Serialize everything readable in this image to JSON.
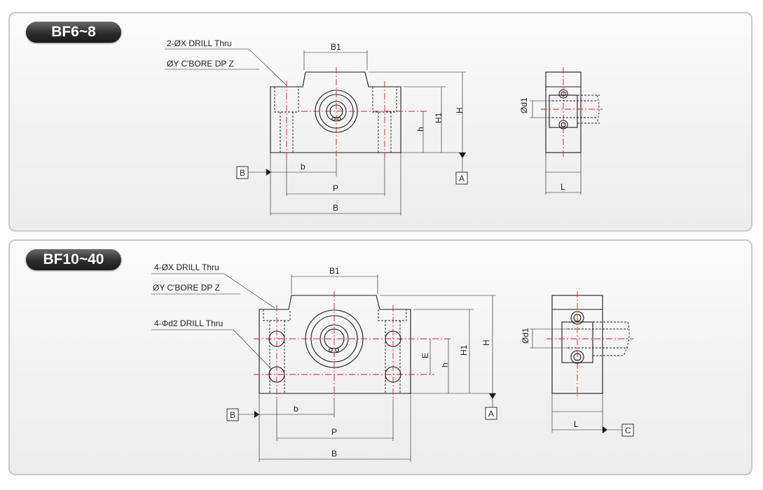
{
  "panels": [
    {
      "title": "BF6~8",
      "callouts": [
        "2-ØX DRILL Thru",
        "ØY C'BORE DP Z"
      ],
      "front_dims": {
        "b1": "B1",
        "h_total": "H",
        "h1": "H1",
        "h": "h",
        "b": "b",
        "p": "P",
        "b_width": "B"
      },
      "datum_refs": {
        "left": "B",
        "bottom": "A"
      },
      "side_dims": {
        "d1": "Ød1",
        "l": "L"
      }
    },
    {
      "title": "BF10~40",
      "callouts": [
        "4-ØX DRILL Thru",
        "ØY C'BORE DP Z",
        "4-Φd2 DRILL Thru"
      ],
      "front_dims": {
        "b1": "B1",
        "h_total": "H",
        "h1": "H1",
        "h": "h",
        "e": "E",
        "b": "b",
        "p": "P",
        "b_width": "B"
      },
      "datum_refs": {
        "left": "B",
        "bottom": "A",
        "side": "C"
      },
      "side_dims": {
        "d1": "Ød1",
        "l": "L"
      }
    }
  ]
}
